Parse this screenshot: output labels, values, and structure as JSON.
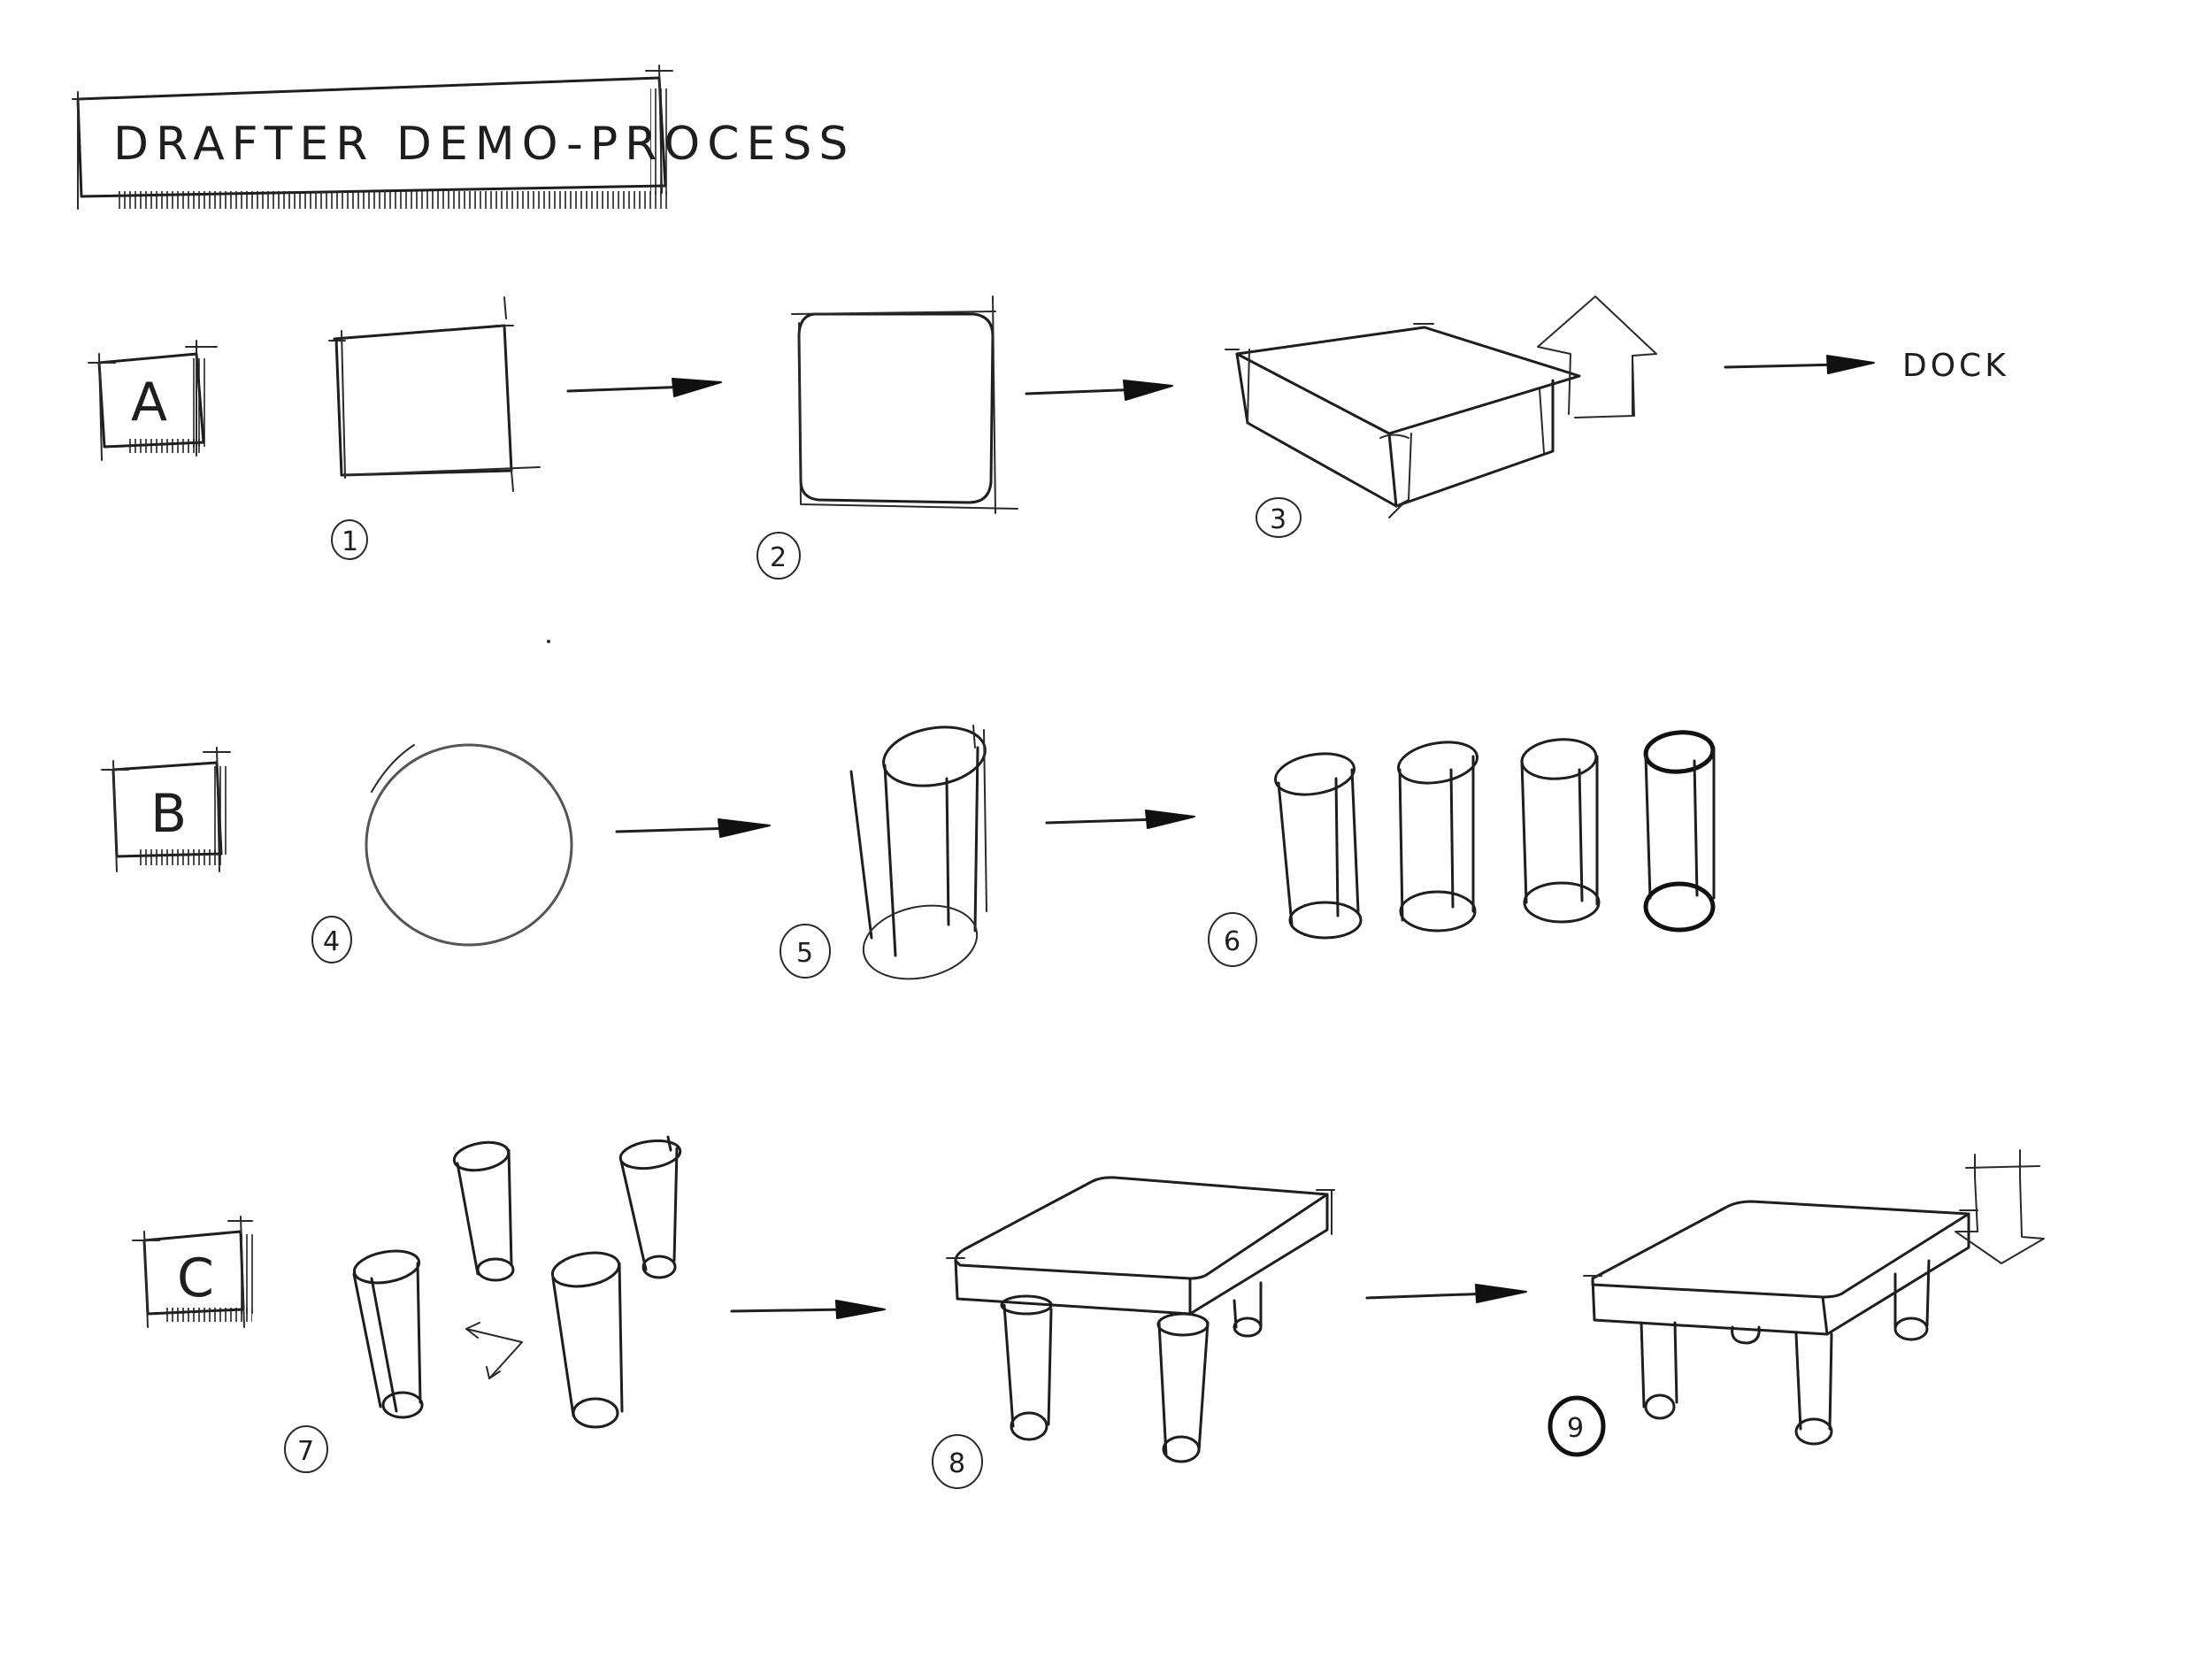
{
  "title": "DRAFTER   DEMO-PROCESS",
  "sections": [
    {
      "letter": "A"
    },
    {
      "letter": "B"
    },
    {
      "letter": "C"
    }
  ],
  "steps": [
    "1",
    "2",
    "3",
    "4",
    "5",
    "6",
    "7",
    "8",
    "9"
  ],
  "dock_label": "DOCK",
  "icons": {
    "up_arrow": "up-arrow-icon",
    "down_arrow": "down-arrow-icon",
    "flow_arrow": "right-arrow-icon"
  }
}
